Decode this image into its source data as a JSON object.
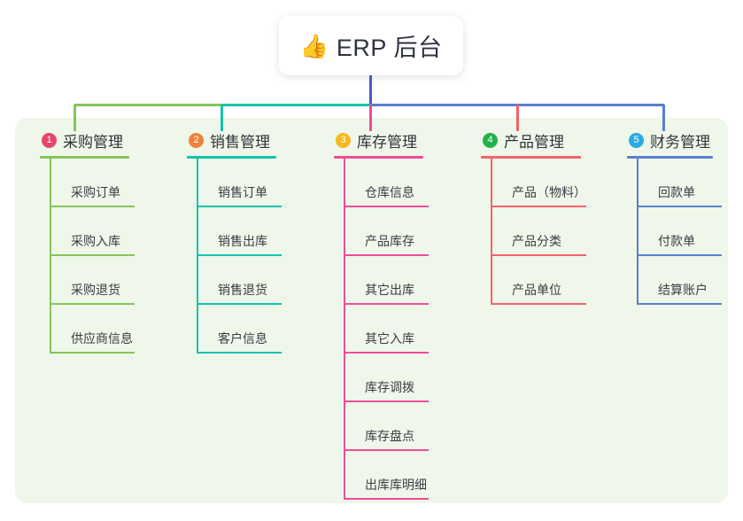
{
  "diagram": {
    "type": "mind-map",
    "root": {
      "icon": "thumbs-up-icon",
      "emoji": "👍",
      "title": "ERP 后台"
    },
    "panel_color": "#eef7e9",
    "root_connector_color": "#4a5bc4",
    "branches": [
      {
        "number": "1",
        "title": "采购管理",
        "badge_color": "#e8456a",
        "line_color": "#86c45b",
        "items": [
          "采购订单",
          "采购入库",
          "采购退货",
          "供应商信息"
        ]
      },
      {
        "number": "2",
        "title": "销售管理",
        "badge_color": "#f0813c",
        "line_color": "#13c4ab",
        "items": [
          "销售订单",
          "销售出库",
          "销售退货",
          "客户信息"
        ]
      },
      {
        "number": "3",
        "title": "库存管理",
        "badge_color": "#f5b921",
        "line_color": "#ef4c9a",
        "items": [
          "仓库信息",
          "产品库存",
          "其它出库",
          "其它入库",
          "库存调拨",
          "库存盘点",
          "出库库明细"
        ]
      },
      {
        "number": "4",
        "title": "产品管理",
        "badge_color": "#22b24c",
        "line_color": "#f4626b",
        "items": [
          "产品（物料）",
          "产品分类",
          "产品单位"
        ]
      },
      {
        "number": "5",
        "title": "财务管理",
        "badge_color": "#2babe2",
        "line_color": "#5a7fd0",
        "items": [
          "回款单",
          "付款单",
          "结算账户"
        ]
      }
    ]
  }
}
